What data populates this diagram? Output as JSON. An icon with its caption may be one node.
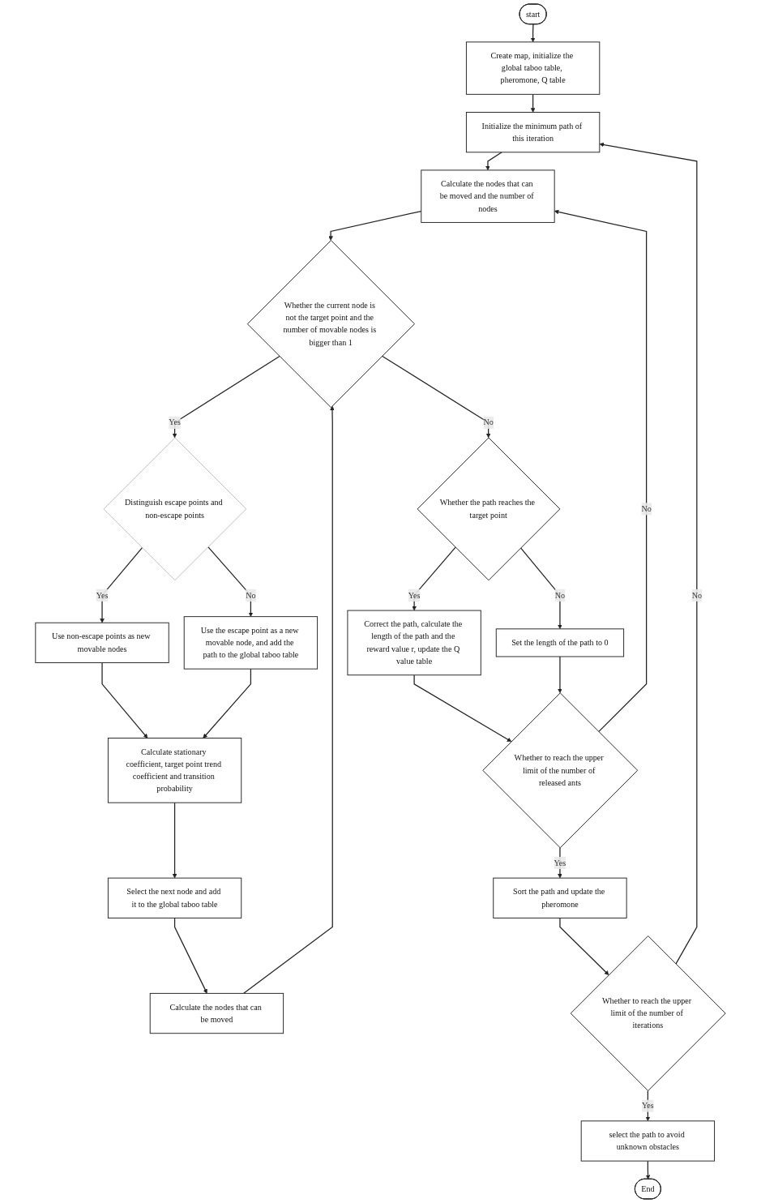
{
  "diagram": {
    "nodes": [
      {
        "text": [
          "start"
        ]
      },
      {
        "text": [
          "Create map, initialize the global taboo table, pheromone, Q table"
        ]
      },
      {
        "text": [
          "Initialize the minimum path of this iteration"
        ]
      },
      {
        "text": [
          "Calculate the nodes that can be moved and the number of nodes"
        ]
      },
      {
        "text": [
          "Whether the current node is not the target point and the number of movable nodes is bigger than 1"
        ]
      },
      {
        "text": [
          "Distinguish escape points and non-escape points"
        ]
      },
      {
        "text": [
          "Use non-escape points as new movable nodes"
        ]
      },
      {
        "text": [
          "Use the escape point as a new movable node, and add the path to the global taboo table"
        ]
      },
      {
        "text": [
          "Calculate stationary coefficient, target point trend coefficient and transition probability"
        ]
      },
      {
        "text": [
          "Select the next node and add it to the global taboo table"
        ]
      },
      {
        "text": [
          "Calculate the nodes that can be moved"
        ]
      },
      {
        "text": [
          "Whether the path reaches the target point"
        ]
      },
      {
        "text": [
          "Correct the path, calculate the length of the path and the reward value r, update the Q value table"
        ]
      },
      {
        "text": [
          "Set the length of the path to 0"
        ]
      },
      {
        "text": [
          "Whether to reach the upper limit of the number of released ants"
        ]
      },
      {
        "text": [
          "Sort the path and update the pheromone"
        ]
      },
      {
        "text": [
          "Whether to reach the upper limit of the number of iterations"
        ]
      },
      {
        "text": [
          "select the path to avoid unknown obstacles"
        ]
      },
      {
        "text": [
          "End"
        ]
      }
    ],
    "edges": [
      {
        "from": 0,
        "to": 1,
        "arrow": "to"
      },
      {
        "from": 1,
        "to": 2,
        "arrow": "to"
      },
      {
        "from": 2,
        "to": 3,
        "arrow": "to"
      },
      {
        "from": 3,
        "to": 4,
        "arrow": "to"
      },
      {
        "from": 4,
        "to": 5,
        "label": "Yes",
        "arrow": "to"
      },
      {
        "from": 4,
        "to": 11,
        "label": "No",
        "arrow": "to"
      },
      {
        "from": 5,
        "to": 6,
        "label": "Yes",
        "arrow": "to"
      },
      {
        "from": 5,
        "to": 7,
        "label": "No",
        "arrow": "to"
      },
      {
        "from": 6,
        "to": 8,
        "arrow": "to"
      },
      {
        "from": 7,
        "to": 8,
        "arrow": "to"
      },
      {
        "from": 8,
        "to": 9,
        "arrow": "to"
      },
      {
        "from": 9,
        "to": 10,
        "arrow": "to"
      },
      {
        "from": 10,
        "to": 4,
        "arrow": "to"
      },
      {
        "from": 11,
        "to": 12,
        "label": "Yes",
        "arrow": "to"
      },
      {
        "from": 11,
        "to": 13,
        "label": "No",
        "arrow": "to"
      },
      {
        "from": 12,
        "to": 14,
        "arrow": "to"
      },
      {
        "from": 13,
        "to": 14,
        "arrow": "to"
      },
      {
        "from": 14,
        "to": 15,
        "label": "Yes",
        "arrow": "to"
      },
      {
        "from": 14,
        "to": 3,
        "label": "No",
        "arrow": "to"
      },
      {
        "from": 15,
        "to": 16,
        "arrow": "to"
      },
      {
        "from": 16,
        "to": 17,
        "label": "Yes",
        "arrow": "to"
      },
      {
        "from": 16,
        "to": 2,
        "label": "No",
        "arrow": "to"
      },
      {
        "from": 17,
        "to": 18,
        "arrow": "to"
      }
    ]
  }
}
